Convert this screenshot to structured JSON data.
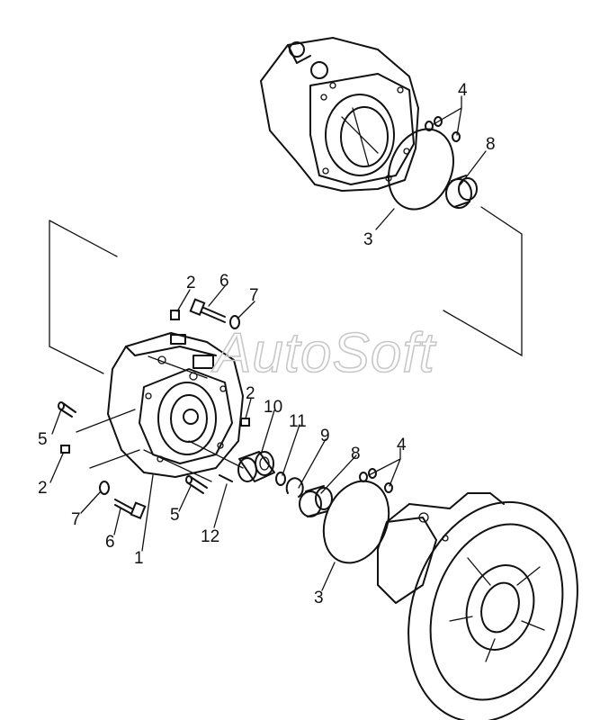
{
  "watermark": "AutoSoft",
  "callouts": [
    {
      "id": "c4-top",
      "text": "4"
    },
    {
      "id": "c8-top",
      "text": "8"
    },
    {
      "id": "c3-top",
      "text": "3"
    },
    {
      "id": "c2-a",
      "text": "2"
    },
    {
      "id": "c6-top",
      "text": "6"
    },
    {
      "id": "c7-top",
      "text": "7"
    },
    {
      "id": "c2-b",
      "text": "2"
    },
    {
      "id": "c10",
      "text": "10"
    },
    {
      "id": "c11",
      "text": "11"
    },
    {
      "id": "c9",
      "text": "9"
    },
    {
      "id": "c8-mid",
      "text": "8"
    },
    {
      "id": "c4-mid",
      "text": "4"
    },
    {
      "id": "c5-left",
      "text": "5"
    },
    {
      "id": "c2-left",
      "text": "2"
    },
    {
      "id": "c7-bot",
      "text": "7"
    },
    {
      "id": "c6-bot",
      "text": "6"
    },
    {
      "id": "c5-bot",
      "text": "5"
    },
    {
      "id": "c1",
      "text": "1"
    },
    {
      "id": "c12",
      "text": "12"
    },
    {
      "id": "c3-bot",
      "text": "3"
    }
  ]
}
